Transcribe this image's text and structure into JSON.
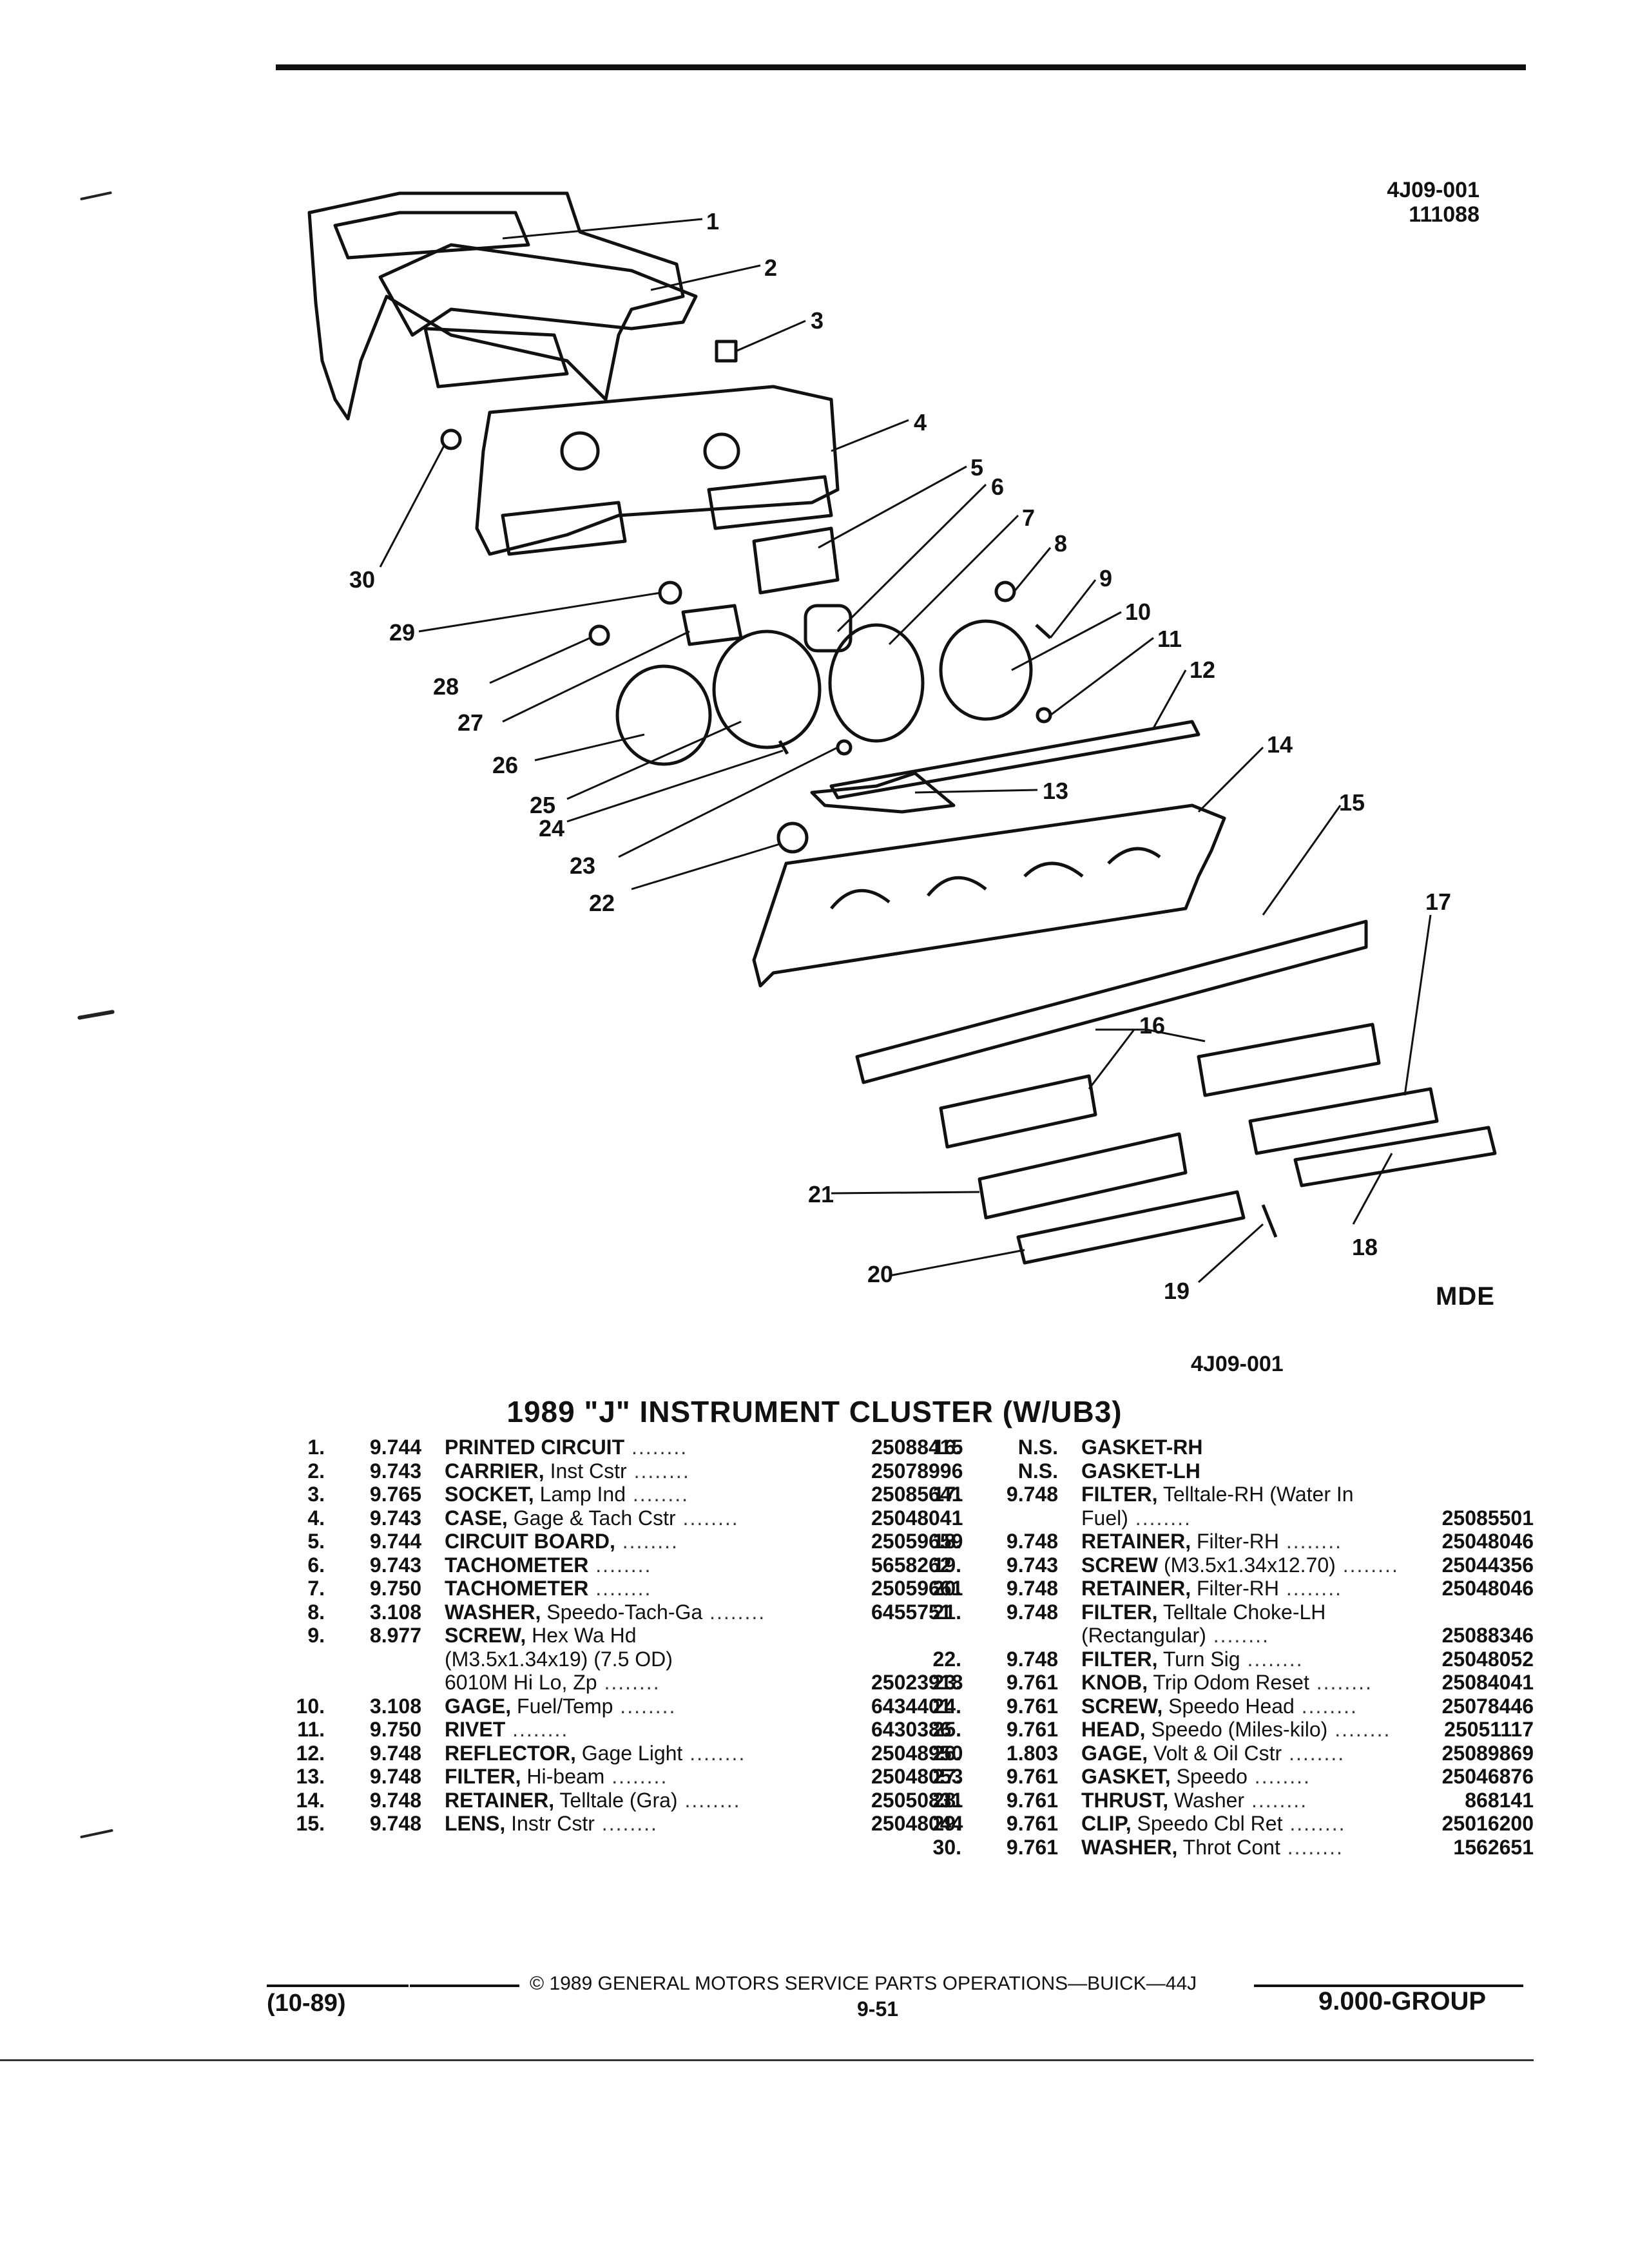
{
  "header": {
    "code_line1": "4J09-001",
    "code_line2": "111088"
  },
  "diagram": {
    "callouts": [
      "1",
      "2",
      "3",
      "4",
      "5",
      "6",
      "7",
      "8",
      "9",
      "10",
      "11",
      "12",
      "13",
      "14",
      "15",
      "16",
      "17",
      "18",
      "19",
      "20",
      "21",
      "22",
      "23",
      "24",
      "25",
      "26",
      "27",
      "28",
      "29",
      "30"
    ],
    "mark": "MDE",
    "caption_code": "4J09-001"
  },
  "title": "1989 \"J\" INSTRUMENT CLUSTER (W/UB3)",
  "parts_left": [
    {
      "no": "1.",
      "grp": "9.744",
      "name": "PRINTED CIRCUIT",
      "detail": "",
      "pn": "25088415"
    },
    {
      "no": "2.",
      "grp": "9.743",
      "name": "CARRIER,",
      "detail": " Inst Cstr",
      "pn": "25078996"
    },
    {
      "no": "3.",
      "grp": "9.765",
      "name": "SOCKET,",
      "detail": " Lamp Ind",
      "pn": "25085641"
    },
    {
      "no": "4.",
      "grp": "9.743",
      "name": "CASE,",
      "detail": " Gage & Tach Cstr",
      "pn": "25048041"
    },
    {
      "no": "5.",
      "grp": "9.744",
      "name": "CIRCUIT BOARD,",
      "detail": "",
      "pn": "25059659"
    },
    {
      "no": "6.",
      "grp": "9.743",
      "name": "TACHOMETER",
      "detail": "",
      "pn": "5658262"
    },
    {
      "no": "7.",
      "grp": "9.750",
      "name": "TACHOMETER",
      "detail": "",
      "pn": "25059661"
    },
    {
      "no": "8.",
      "grp": "3.108",
      "name": "WASHER,",
      "detail": " Speedo-Tach-Ga",
      "pn": "6455751"
    },
    {
      "no": "9.",
      "grp": "8.977",
      "name": "SCREW,",
      "detail": " Hex Wa Hd",
      "pn": ""
    },
    {
      "no": "",
      "grp": "",
      "name": "",
      "detail": "(M3.5x1.34x19) (7.5 OD)",
      "pn": ""
    },
    {
      "no": "",
      "grp": "",
      "name": "",
      "detail": "6010M Hi Lo, Zp",
      "pn": "25023918"
    },
    {
      "no": "10.",
      "grp": "3.108",
      "name": "GAGE,",
      "detail": " Fuel/Temp",
      "pn": "6434401"
    },
    {
      "no": "11.",
      "grp": "9.750",
      "name": "RIVET",
      "detail": "",
      "pn": "6430386"
    },
    {
      "no": "12.",
      "grp": "9.748",
      "name": "REFLECTOR,",
      "detail": " Gage Light",
      "pn": "25048950"
    },
    {
      "no": "13.",
      "grp": "9.748",
      "name": "FILTER,",
      "detail": " Hi-beam",
      "pn": "25048053"
    },
    {
      "no": "14.",
      "grp": "9.748",
      "name": "RETAINER,",
      "detail": " Telltale (Gra)",
      "pn": "25050831"
    },
    {
      "no": "15.",
      "grp": "9.748",
      "name": "LENS,",
      "detail": " Instr Cstr",
      "pn": "25048044"
    }
  ],
  "parts_right": [
    {
      "no": "16.",
      "grp": "N.S.",
      "name": "GASKET-RH",
      "detail": "",
      "pn": ""
    },
    {
      "no": "",
      "grp": "N.S.",
      "name": "GASKET-LH",
      "detail": "",
      "pn": ""
    },
    {
      "no": "17.",
      "grp": "9.748",
      "name": "FILTER,",
      "detail": " Telltale-RH (Water In",
      "pn": ""
    },
    {
      "no": "",
      "grp": "",
      "name": "",
      "detail": "Fuel)",
      "pn": "25085501"
    },
    {
      "no": "18.",
      "grp": "9.748",
      "name": "RETAINER,",
      "detail": " Filter-RH",
      "pn": "25048046"
    },
    {
      "no": "19.",
      "grp": "9.743",
      "name": "SCREW",
      "detail": " (M3.5x1.34x12.70)",
      "pn": "25044356"
    },
    {
      "no": "20.",
      "grp": "9.748",
      "name": "RETAINER,",
      "detail": " Filter-RH",
      "pn": "25048046"
    },
    {
      "no": "21.",
      "grp": "9.748",
      "name": "FILTER,",
      "detail": " Telltale Choke-LH",
      "pn": ""
    },
    {
      "no": "",
      "grp": "",
      "name": "",
      "detail": "(Rectangular)",
      "pn": "25088346"
    },
    {
      "no": "22.",
      "grp": "9.748",
      "name": "FILTER,",
      "detail": " Turn Sig",
      "pn": "25048052"
    },
    {
      "no": "23.",
      "grp": "9.761",
      "name": "KNOB,",
      "detail": " Trip Odom Reset",
      "pn": "25084041"
    },
    {
      "no": "24.",
      "grp": "9.761",
      "name": "SCREW,",
      "detail": " Speedo Head",
      "pn": "25078446"
    },
    {
      "no": "25.",
      "grp": "9.761",
      "name": "HEAD,",
      "detail": " Speedo (Miles-kilo)",
      "pn": "25051117"
    },
    {
      "no": "26.",
      "grp": "1.803",
      "name": "GAGE,",
      "detail": " Volt & Oil Cstr",
      "pn": "25089869"
    },
    {
      "no": "27.",
      "grp": "9.761",
      "name": "GASKET,",
      "detail": " Speedo",
      "pn": "25046876"
    },
    {
      "no": "28.",
      "grp": "9.761",
      "name": "THRUST,",
      "detail": " Washer",
      "pn": "868141"
    },
    {
      "no": "29.",
      "grp": "9.761",
      "name": "CLIP,",
      "detail": " Speedo Cbl Ret",
      "pn": "25016200"
    },
    {
      "no": "30.",
      "grp": "9.761",
      "name": "WASHER,",
      "detail": " Throt Cont",
      "pn": "1562651"
    }
  ],
  "footer": {
    "copyright": "© 1989 GENERAL MOTORS SERVICE PARTS OPERATIONS—BUICK—44J",
    "date": "(10-89)",
    "page": "9-51",
    "group": "9.000-GROUP"
  }
}
